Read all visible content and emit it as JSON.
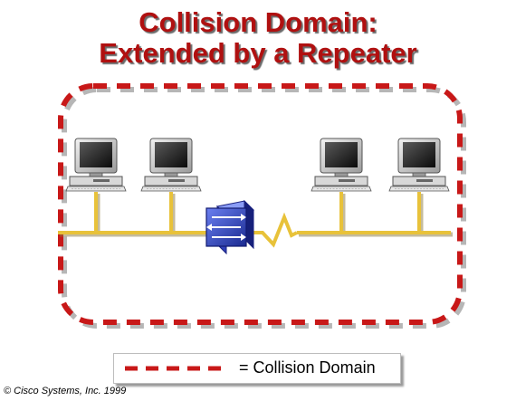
{
  "title": {
    "line1": "Collision Domain:",
    "line2": "Extended by a Repeater"
  },
  "legend": {
    "equals": "=",
    "label": "Collision Domain"
  },
  "copyright": "© Cisco Systems, Inc. 1999",
  "diagram": {
    "nodes": [
      {
        "id": "computer-1",
        "type": "computer"
      },
      {
        "id": "computer-2",
        "type": "computer"
      },
      {
        "id": "repeater",
        "type": "repeater"
      },
      {
        "id": "computer-3",
        "type": "computer"
      },
      {
        "id": "computer-4",
        "type": "computer"
      }
    ],
    "boundary": "collision-domain"
  },
  "colors": {
    "title": "#b01010",
    "boundary_dash": "#c81818",
    "cable": "#e8c23a",
    "repeater": "#2a3fb0"
  },
  "icons": [
    "computer-icon",
    "repeater-icon",
    "cable-break-icon"
  ]
}
